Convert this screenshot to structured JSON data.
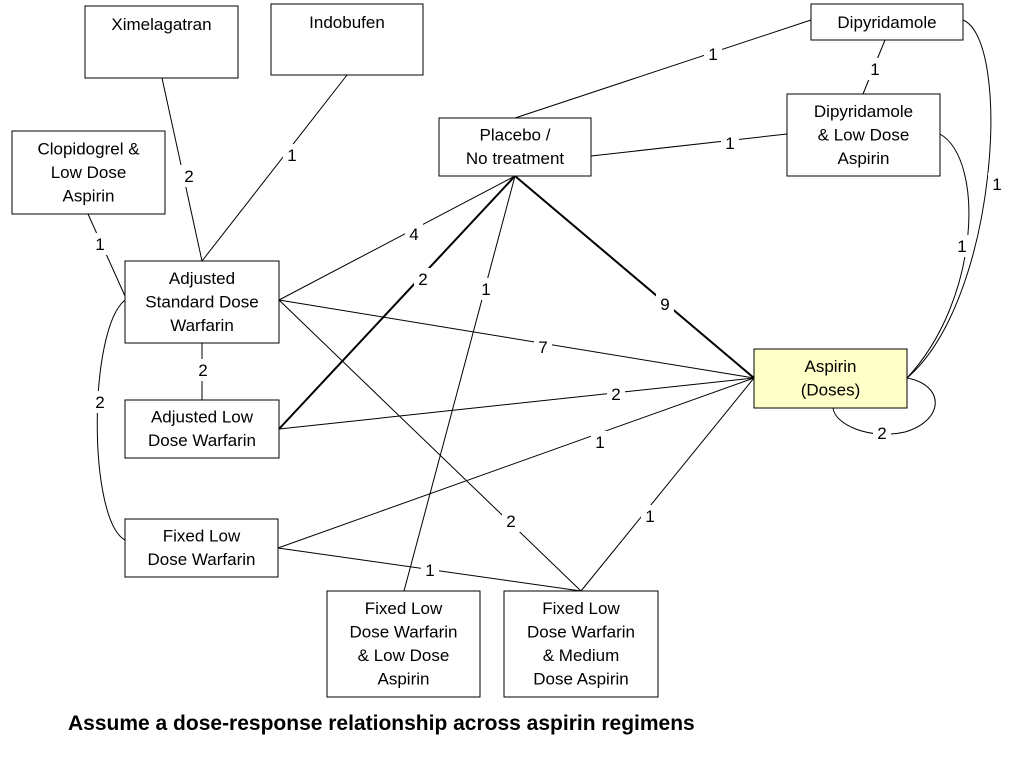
{
  "nodes": [
    {
      "id": "ximelagatran",
      "lines": [
        "Ximelagatran"
      ]
    },
    {
      "id": "indobufen",
      "lines": [
        "Indobufen"
      ]
    },
    {
      "id": "dipyridamole",
      "lines": [
        "Dipyridamole"
      ]
    },
    {
      "id": "clopidogrel-ld-aspirin",
      "lines": [
        "Clopidogrel &",
        "Low Dose",
        "Aspirin"
      ]
    },
    {
      "id": "placebo",
      "lines": [
        "Placebo /",
        "No treatment"
      ]
    },
    {
      "id": "dipyridamole-ld-aspirin",
      "lines": [
        "Dipyridamole",
        "& Low Dose",
        "Aspirin"
      ]
    },
    {
      "id": "adjusted-standard-warfarin",
      "lines": [
        "Adjusted",
        "Standard Dose",
        "Warfarin"
      ]
    },
    {
      "id": "aspirin",
      "lines": [
        "Aspirin",
        "(Doses)"
      ],
      "highlight": true
    },
    {
      "id": "adjusted-low-warfarin",
      "lines": [
        "Adjusted Low",
        "Dose Warfarin"
      ]
    },
    {
      "id": "fixed-low-warfarin",
      "lines": [
        "Fixed Low",
        "Dose Warfarin"
      ]
    },
    {
      "id": "fixed-low-warfarin-ld-aspirin",
      "lines": [
        "Fixed Low",
        "Dose Warfarin",
        "& Low Dose",
        "Aspirin"
      ]
    },
    {
      "id": "fixed-low-warfarin-md-aspirin",
      "lines": [
        "Fixed Low",
        "Dose Warfarin",
        "& Medium",
        "Dose Aspirin"
      ]
    }
  ],
  "edges": [
    {
      "from": "ximelagatran",
      "to": "adjusted-standard-warfarin",
      "label": "2"
    },
    {
      "from": "indobufen",
      "to": "adjusted-standard-warfarin",
      "label": "1"
    },
    {
      "from": "clopidogrel-ld-aspirin",
      "to": "adjusted-standard-warfarin",
      "label": "1"
    },
    {
      "from": "placebo",
      "to": "dipyridamole",
      "label": "1"
    },
    {
      "from": "dipyridamole",
      "to": "dipyridamole-ld-aspirin",
      "label": "1"
    },
    {
      "from": "placebo",
      "to": "dipyridamole-ld-aspirin",
      "label": "1"
    },
    {
      "from": "dipyridamole",
      "to": "aspirin",
      "label": "1"
    },
    {
      "from": "dipyridamole-ld-aspirin",
      "to": "aspirin",
      "label": "1"
    },
    {
      "from": "placebo",
      "to": "adjusted-standard-warfarin",
      "label": "4"
    },
    {
      "from": "placebo",
      "to": "adjusted-low-warfarin",
      "label": "2"
    },
    {
      "from": "placebo",
      "to": "fixed-low-warfarin-ld-aspirin",
      "label": "1"
    },
    {
      "from": "placebo",
      "to": "aspirin",
      "label": "9"
    },
    {
      "from": "adjusted-standard-warfarin",
      "to": "aspirin",
      "label": "7"
    },
    {
      "from": "adjusted-standard-warfarin",
      "to": "adjusted-low-warfarin",
      "label": "2"
    },
    {
      "from": "adjusted-standard-warfarin",
      "to": "fixed-low-warfarin",
      "label": "2"
    },
    {
      "from": "adjusted-standard-warfarin",
      "to": "fixed-low-warfarin-md-aspirin",
      "label": "2"
    },
    {
      "from": "adjusted-low-warfarin",
      "to": "aspirin",
      "label": "2"
    },
    {
      "from": "fixed-low-warfarin",
      "to": "aspirin",
      "label": "1"
    },
    {
      "from": "fixed-low-warfarin",
      "to": "fixed-low-warfarin-md-aspirin",
      "label": "1"
    },
    {
      "from": "fixed-low-warfarin-md-aspirin",
      "to": "aspirin",
      "label": "1"
    },
    {
      "from": "aspirin",
      "to": "aspirin",
      "label": "2"
    }
  ],
  "caption": "Assume a dose-response relationship across aspirin regimens"
}
